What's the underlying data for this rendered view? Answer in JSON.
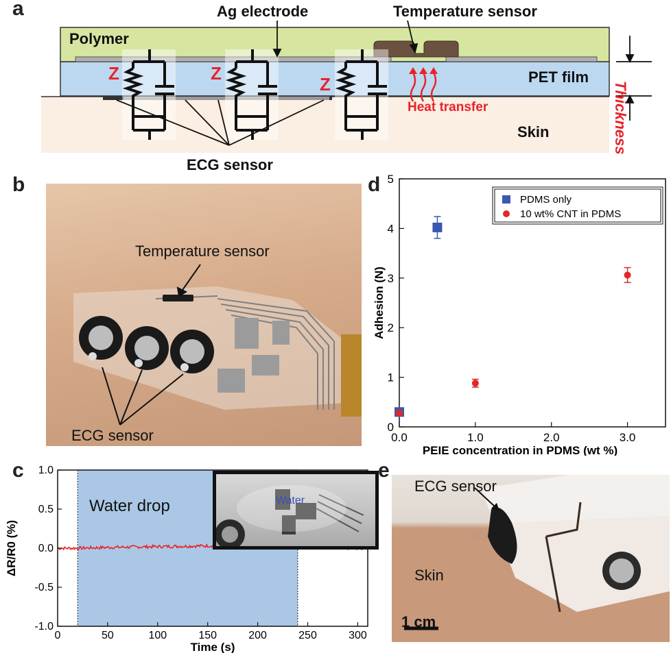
{
  "panel_labels": {
    "a": "a",
    "b": "b",
    "c": "c",
    "d": "d",
    "e": "e"
  },
  "panel_a": {
    "polymer": "Polymer",
    "ag_electrode": "Ag electrode",
    "temperature_sensor": "Temperature sensor",
    "pet_film": "PET film",
    "heat_transfer": "Heat transfer",
    "skin": "Skin",
    "ecg_sensor": "ECG sensor",
    "thickness": "Thickness",
    "z_label": "Z",
    "colors": {
      "polymer": "#d6e6a0",
      "pet": "#bcd8f0",
      "skin": "#fbeee2",
      "accent_red": "#e8232a"
    }
  },
  "panel_b": {
    "temperature_sensor": "Temperature sensor",
    "ecg_sensor": "ECG sensor"
  },
  "panel_c": {
    "water_drop": "Water drop",
    "inset_water": "Water",
    "chart_data": {
      "type": "line",
      "xlabel": "Time (s)",
      "ylabel": "ΔR/R0 (%)",
      "xlim": [
        0,
        310
      ],
      "ylim": [
        -1.0,
        1.0
      ],
      "xticks": [
        0,
        50,
        100,
        150,
        200,
        250,
        300
      ],
      "yticks": [
        -1.0,
        -0.5,
        0.0,
        0.5,
        1.0
      ],
      "shaded_region": [
        20,
        240
      ],
      "series": [
        {
          "x": [
            0,
            20,
            50,
            100,
            150,
            200,
            240,
            250,
            300,
            310
          ],
          "y": [
            0.0,
            0.0,
            0.01,
            0.02,
            0.03,
            0.04,
            0.05,
            0.01,
            0.0,
            0.0
          ],
          "color": "#e8232a"
        }
      ]
    }
  },
  "panel_d": {
    "chart_data": {
      "type": "scatter",
      "xlabel": "PEIE concentration in PDMS (wt %)",
      "ylabel": "Adhesion (N)",
      "xlim": [
        0,
        3.5
      ],
      "ylim": [
        0,
        5
      ],
      "xticks": [
        "0.0",
        "1.0",
        "2.0",
        "3.0"
      ],
      "yticks": [
        "0",
        "1",
        "2",
        "3",
        "4",
        "5"
      ],
      "legend_position": "top-right",
      "series": [
        {
          "name": "PDMS only",
          "marker": "square",
          "color": "#3a58b0",
          "points": [
            {
              "x": 0.0,
              "y": 0.3,
              "err": 0.04
            },
            {
              "x": 0.5,
              "y": 4.02,
              "err": 0.22
            }
          ]
        },
        {
          "name": "10 wt% CNT in PDMS",
          "marker": "circle",
          "color": "#e02828",
          "points": [
            {
              "x": 0.0,
              "y": 0.28,
              "err": 0.04
            },
            {
              "x": 1.0,
              "y": 0.88,
              "err": 0.08
            },
            {
              "x": 3.0,
              "y": 3.06,
              "err": 0.15
            }
          ]
        }
      ]
    }
  },
  "panel_e": {
    "ecg_sensor": "ECG sensor",
    "skin": "Skin",
    "scale": "1 cm"
  }
}
